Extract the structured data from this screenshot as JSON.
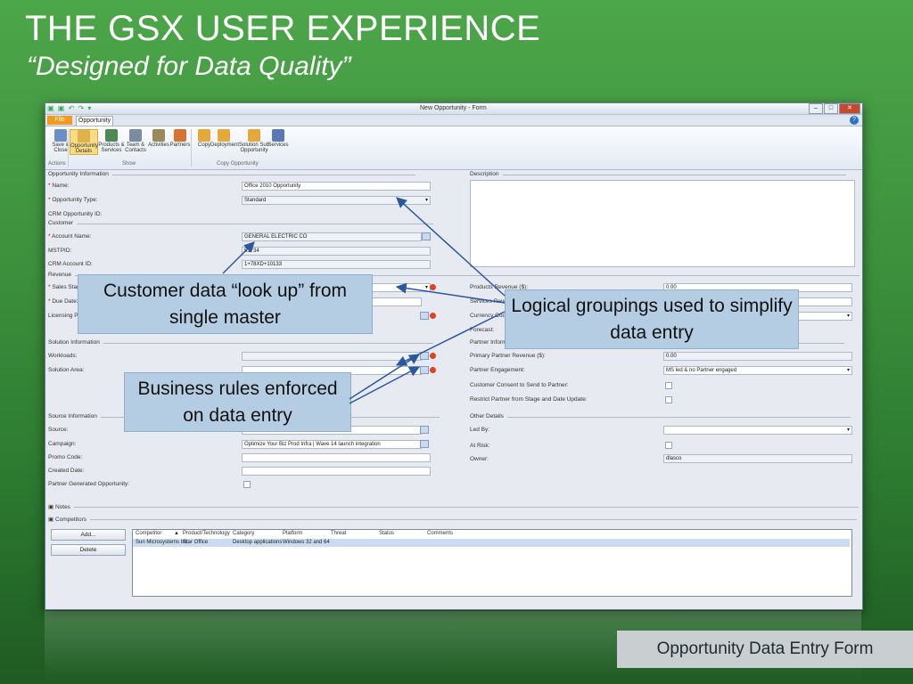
{
  "slide": {
    "title": "THE GSX USER EXPERIENCE",
    "subtitle": "“Designed for Data Quality”",
    "caption": "Opportunity Data Entry Form"
  },
  "window": {
    "title": "New Opportunity - Form",
    "tabs": {
      "file": "File",
      "opportunity": "Opportunity"
    }
  },
  "ribbon": {
    "buttons": [
      {
        "label": "Save & Close",
        "icon": "save-close-icon"
      },
      {
        "label": "Opportunity Details",
        "icon": "opportunity-details-icon"
      },
      {
        "label": "Products & Services",
        "icon": "products-services-icon"
      },
      {
        "label": "Team & Contacts",
        "icon": "team-contacts-icon"
      },
      {
        "label": "Activities",
        "icon": "activities-icon"
      },
      {
        "label": "Partners",
        "icon": "partners-icon"
      },
      {
        "label": "Copy",
        "icon": "copy-icon"
      },
      {
        "label": "Deployment",
        "icon": "deployment-icon"
      },
      {
        "label": "Solution Sub Opportunity",
        "icon": "solution-sub-opportunity-icon"
      },
      {
        "label": "Services",
        "icon": "services-icon"
      }
    ],
    "groups": {
      "actions": "Actions",
      "show": "Show",
      "copy": "Copy Opportunity"
    }
  },
  "form": {
    "opportunity_info": {
      "header": "Opportunity Information",
      "name_label": "Name:",
      "name_value": "Office 2010 Opportunity",
      "type_label": "Opportunity Type:",
      "type_value": "Standard",
      "crm_id_label": "CRM Opportunity ID:"
    },
    "customer": {
      "header": "Customer",
      "account_label": "Account Name:",
      "account_value": "GENERAL ELECTRIC CO",
      "mstpid_label": "MSTPID:",
      "mstpid_value": "51734",
      "crm_account_label": "CRM Account ID:",
      "crm_account_value": "1+78XD+10133"
    },
    "revenue": {
      "header": "Revenue",
      "sales_stage_label": "Sales Stage",
      "due_date_label": "Due Date:",
      "due_date_value": "1/25/2010",
      "licensing_label": "Licensing Program",
      "products_rev_label": "Products Revenue ($):",
      "products_rev_value": "0.00",
      "services_rev_label": "Services Revenue ($):",
      "currency_label": "Currency Code:",
      "forecast_label": "Forecast:"
    },
    "solution": {
      "header": "Solution Information",
      "workloads_label": "Workloads:",
      "solution_area_label": "Solution Area:"
    },
    "partner": {
      "header": "Partner Information",
      "primary_rev_label": "Primary Partner Revenue ($):",
      "primary_rev_value": "0.00",
      "engagement_label": "Partner Engagement:",
      "engagement_value": "MS led & no Partner engaged",
      "consent_label": "Customer Consent to Send to Partner:",
      "restrict_label": "Restrict Partner from Stage and Date Update:"
    },
    "source": {
      "header": "Source Information",
      "source_label": "Source:",
      "campaign_label": "Campaign:",
      "campaign_value": "Optimize Your Biz Prod Infra | Wave 14 launch integration",
      "promo_label": "Promo Code:",
      "created_label": "Created Date:",
      "partner_generated_label": "Partner Generated Opportunity:"
    },
    "other": {
      "header": "Other Details",
      "led_by_label": "Led By:",
      "at_risk_label": "At Risk:",
      "owner_label": "Owner:",
      "owner_value": "dlasco"
    },
    "description": {
      "header": "Description"
    },
    "notes_header": "Notes",
    "competitors": {
      "header": "Competitors",
      "add_label": "Add...",
      "delete_label": "Delete",
      "columns": [
        "Competitor",
        "Product/Technology",
        "Category",
        "Platform",
        "Threat",
        "Status",
        "Comments"
      ],
      "rows": [
        [
          "Sun Microsystems Inc",
          "Star Office",
          "Desktop applications",
          "Windows 32 and 64",
          "",
          "",
          ""
        ]
      ]
    }
  },
  "callouts": {
    "lookup": "Customer data “look up” from single master",
    "groupings": "Logical groupings used to simplify data entry",
    "rules": "Business rules enforced on data entry"
  }
}
